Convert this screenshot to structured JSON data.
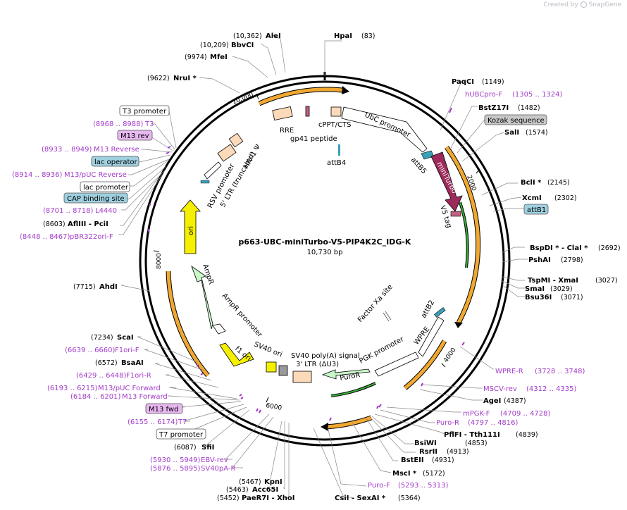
{
  "app": {
    "credit": "Created by",
    "brand": "SnapGene"
  },
  "plasmid": {
    "name": "p663-UBC-miniTurbo-V5-PIP4K2C_IDG-K",
    "length_label": "10,730 bp",
    "length_bp": 10730
  },
  "ticks": [
    "2000",
    "4000",
    "6000",
    "8000",
    "10,000"
  ],
  "features": {
    "ubc_promoter": "UbC promoter",
    "cpt_cts": "cPPT/CTS",
    "gp41": "gp41 peptide",
    "rre": "RRE",
    "hiv_psi": "HIV-1 Ψ",
    "ltr5": "5' LTR (truncated)",
    "rsv": "RSV promoter",
    "attb4": "attB4",
    "attb5": "attB5",
    "miniturbo": "miniTurbo",
    "v5": "V5 tag",
    "ori": "ori",
    "ampr": "AmpR",
    "ampr_promoter": "AmpR promoter",
    "f1ori": "f1 ori",
    "sv40ori": "SV40 ori",
    "sv40polya": "SV40 poly(A) signal",
    "ltr3": "3' LTR (ΔU3)",
    "pgk": "PGK promoter",
    "puror": "PuroR",
    "wpre": "WPRE",
    "attb2": "attB2",
    "factorxa": "Factor Xa site"
  },
  "labels": {
    "hpai": {
      "name": "HpaI",
      "pos": "(83)"
    },
    "alei": {
      "name": "AleI",
      "pos": "(10,362)"
    },
    "bbvci": {
      "name": "BbvCI",
      "pos": "(10,209)"
    },
    "mfei": {
      "name": "MfeI",
      "pos": "(9974)"
    },
    "nrui": {
      "name": "NruI *",
      "pos": "(9622)"
    },
    "t3prom": {
      "name": "T3 promoter"
    },
    "t3": {
      "name": "T3",
      "pos": "(8968 .. 8988)"
    },
    "m13rev": {
      "name": "M13 rev"
    },
    "m13reverse": {
      "name": "M13 Reverse",
      "pos": "(8933 .. 8949)"
    },
    "lacop": {
      "name": "lac operator"
    },
    "m13pucrev": {
      "name": "M13/pUC Reverse",
      "pos": "(8914 .. 8936)"
    },
    "lacprom": {
      "name": "lac promoter"
    },
    "cap": {
      "name": "CAP binding site"
    },
    "l4440": {
      "name": "L4440",
      "pos": "(8701 .. 8718)"
    },
    "aflIII": {
      "name": "AflIII  - PciI",
      "pos": "(8603)"
    },
    "pbr322": {
      "name": "pBR322ori-F",
      "pos": "(8448 .. 8467)"
    },
    "ahdi": {
      "name": "AhdI",
      "pos": "(7715)"
    },
    "scai": {
      "name": "ScaI",
      "pos": "(7234)"
    },
    "f1orif": {
      "name": "F1ori-F",
      "pos": "(6639 .. 6660)"
    },
    "bsaai": {
      "name": "BsaAI",
      "pos": "(6572)"
    },
    "f1orir": {
      "name": "F1ori-R",
      "pos": "(6429 .. 6448)"
    },
    "m13pucfwd": {
      "name": "M13/pUC Forward",
      "pos": "(6193 .. 6215)"
    },
    "m13forward": {
      "name": "M13 Forward",
      "pos": "(6184 .. 6201)"
    },
    "m13fwd": {
      "name": "M13 fwd"
    },
    "t7": {
      "name": "T7",
      "pos": "(6155 .. 6174)"
    },
    "t7prom": {
      "name": "T7 promoter"
    },
    "sfii": {
      "name": "SfiI",
      "pos": "(6087)"
    },
    "ebvrev": {
      "name": "EBV-rev",
      "pos": "(5930 .. 5949)"
    },
    "sv40par": {
      "name": "SV40pA-R",
      "pos": "(5876 .. 5895)"
    },
    "kpni": {
      "name": "KpnI",
      "pos": "(5467)"
    },
    "acc65i": {
      "name": "Acc65I",
      "pos": "(5463)"
    },
    "paer7i": {
      "name": "PaeR7I  - XhoI",
      "pos": "(5452)"
    },
    "csii": {
      "name": "CsiI  - SexAI *",
      "pos": "(5364)"
    },
    "purof": {
      "name": "Puro-F",
      "pos": "(5293 .. 5313)"
    },
    "msci": {
      "name": "MscI *",
      "pos": "(5172)"
    },
    "bsteii": {
      "name": "BstEII",
      "pos": "(4931)"
    },
    "rsrii": {
      "name": "RsrII",
      "pos": "(4913)"
    },
    "bsiwi": {
      "name": "BsiWI",
      "pos": "(4853)"
    },
    "pflfi": {
      "name": "PflFI  - Tth111I",
      "pos": "(4839)"
    },
    "puror_primer": {
      "name": "Puro-R",
      "pos": "(4797 .. 4816)"
    },
    "mpgkf": {
      "name": "mPGK-F",
      "pos": "(4709 .. 4728)"
    },
    "agei": {
      "name": "AgeI",
      "pos": "(4387)"
    },
    "mscvrev": {
      "name": "MSCV-rev",
      "pos": "(4312 .. 4335)"
    },
    "wprer": {
      "name": "WPRE-R",
      "pos": "(3728 .. 3748)"
    },
    "bsu36i": {
      "name": "Bsu36I",
      "pos": "(3071)"
    },
    "smai": {
      "name": "SmaI",
      "pos": "(3029)"
    },
    "tspmi": {
      "name": "TspMI  - XmaI",
      "pos": "(3027)"
    },
    "pshai": {
      "name": "PshAI",
      "pos": "(2798)"
    },
    "bspdi": {
      "name": "BspDI *  - ClaI *",
      "pos": "(2692)"
    },
    "attb1": {
      "name": "attB1"
    },
    "xcmi": {
      "name": "XcmI",
      "pos": "(2302)"
    },
    "bcli": {
      "name": "BclI *",
      "pos": "(2145)"
    },
    "sali": {
      "name": "SalI",
      "pos": "(1574)"
    },
    "kozak": {
      "name": "Kozak sequence"
    },
    "bstz17i": {
      "name": "BstZ17I",
      "pos": "(1482)"
    },
    "hubcpro": {
      "name": "hUBCpro-F",
      "pos": "(1305 .. 1324)"
    },
    "paqci": {
      "name": "PaqCI",
      "pos": "(1149)"
    }
  },
  "colors": {
    "primer": "#a23cc8",
    "orange_arc": "#f0a830",
    "miniturbo": "#9c2a5a",
    "ori": "#f4f000",
    "ampr": "#c8f7c8",
    "puror": "#c8f7c8",
    "att": "#3aa0b8",
    "gp41": "#c06080",
    "feature_box": "#fcd9b8"
  }
}
